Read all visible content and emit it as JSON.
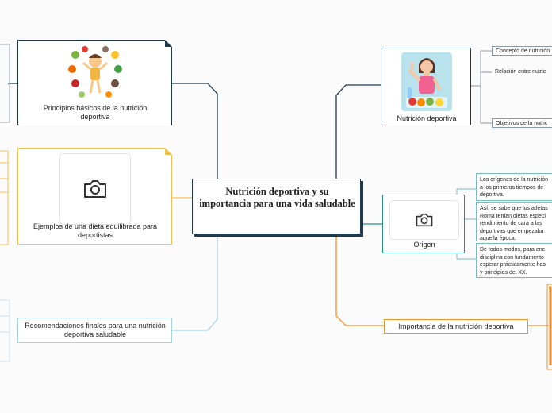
{
  "central": {
    "title": "Nutrición deportiva y su importancia para una vida saludable"
  },
  "left": {
    "principios": {
      "label": "Principios básicos de la nutrición deportiva",
      "image_icon": "food-figure-illustration-icon"
    },
    "ejemplos": {
      "label": "Ejemplos de una dieta equilibrada para deportistas",
      "image_icon": "camera-icon"
    },
    "recomendaciones": {
      "label": "Recomendaciones finales para una nutrición deportiva saludable"
    }
  },
  "right": {
    "nutricion": {
      "label": "Nutrición deportiva",
      "image_icon": "athlete-woman-illustration-icon",
      "children": [
        "Concepto de nutrición",
        "Relación entre nutric",
        "Objetivos de la nutric"
      ]
    },
    "origen": {
      "label": "Origen",
      "image_icon": "camera-icon",
      "notes": [
        [
          "Los orígenes de la nutrición",
          "a los primeros tiempos de",
          "deportiva."
        ],
        [
          "Así, se sabe que los atletas",
          "Roma tenían dietas especi",
          "rendimiento de cara a las",
          "deportivas que empezaba",
          "aquella época."
        ],
        [
          "De todos modos, para enc",
          "disciplina con fundamento",
          "esperar prácticamente has",
          "y principios del XX."
        ]
      ]
    },
    "importancia": {
      "label": "Importancia de la nutrición deportiva"
    }
  },
  "colors": {
    "navy": "#1f3a4d",
    "yellow": "#f5c04a",
    "lightblue": "#a8d4ea",
    "teal": "#2e8b99",
    "orange": "#f0922a"
  }
}
